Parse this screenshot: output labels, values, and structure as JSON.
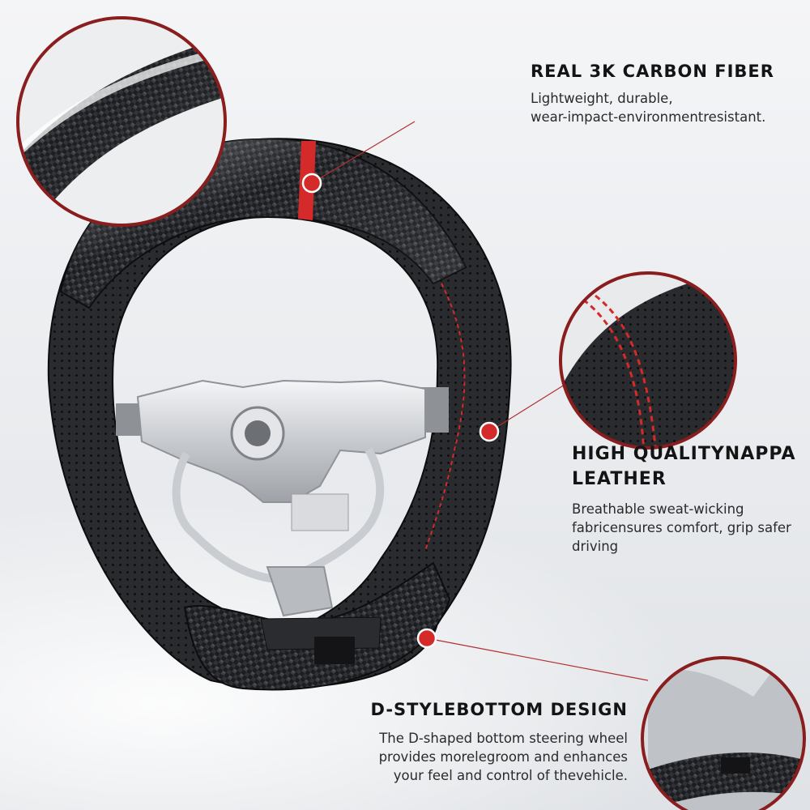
{
  "features": {
    "carbon": {
      "title": "REAL 3K CARBON FIBER",
      "desc": "Lightweight, durable,\nwear-impact-environmentresistant."
    },
    "leather": {
      "title": "HIGH QUALITYNAPPA LEATHER",
      "desc": "Breathable sweat-wicking fabricensures comfort, grip safer driving"
    },
    "bottom": {
      "title": "D-STYLEBOTTOM DESIGN",
      "desc": "The D-shaped bottom steering wheel\nprovides morelegroom and enhances\nyour feel and control of thevehicle."
    }
  },
  "colors": {
    "accent_red": "#d42a2a",
    "carbon_dark": "#1b1c1e",
    "leather": "#26272a",
    "frame_silver": "#cfd2d6"
  }
}
